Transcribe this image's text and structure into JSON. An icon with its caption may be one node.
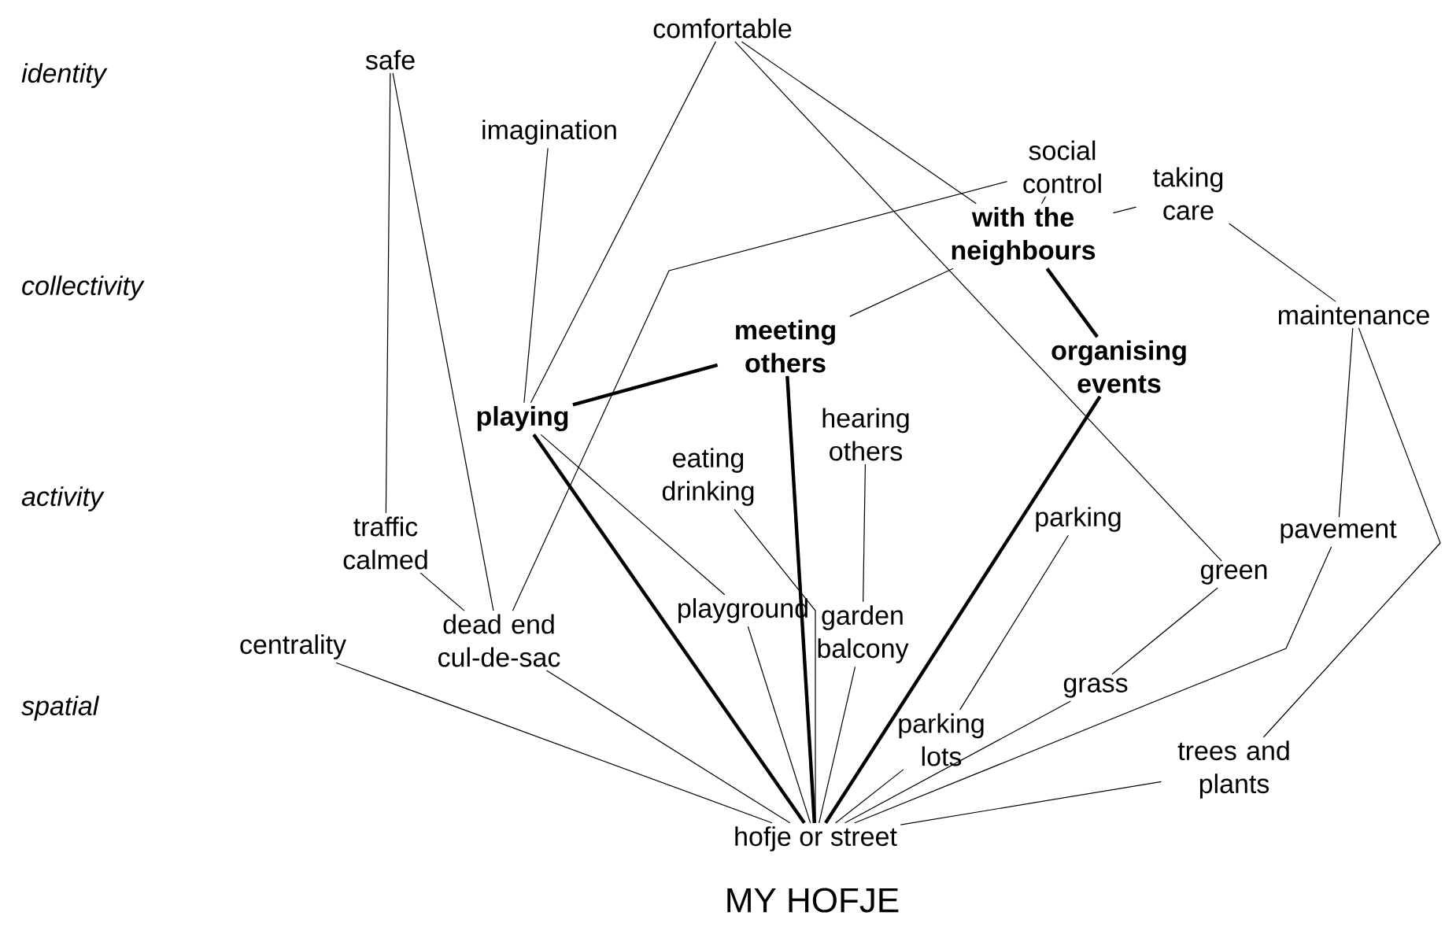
{
  "diagram": {
    "title": "MY HOFJE",
    "nodes": [
      {
        "text": [
          "safe"
        ]
      },
      {
        "text": [
          "comfortable"
        ]
      },
      {
        "text": [
          "imagination"
        ]
      },
      {
        "text": [
          "social control"
        ]
      },
      {
        "text": [
          "taking care"
        ]
      },
      {
        "text": [
          "with the neighbours"
        ]
      },
      {
        "text": [
          "meeting others"
        ]
      },
      {
        "text": [
          "organising events"
        ]
      },
      {
        "text": [
          "maintenance"
        ]
      },
      {
        "text": [
          "playing"
        ]
      },
      {
        "text": [
          "hearing others"
        ]
      },
      {
        "text": [
          "eating drinking"
        ]
      },
      {
        "text": [
          "traffic calmed"
        ]
      },
      {
        "text": [
          "parking"
        ]
      },
      {
        "text": [
          "pavement"
        ]
      },
      {
        "text": [
          "green"
        ]
      },
      {
        "text": [
          "playground"
        ]
      },
      {
        "text": [
          "dead end cul-de-sac"
        ]
      },
      {
        "text": [
          "garden balcony"
        ]
      },
      {
        "text": [
          "centrality"
        ]
      },
      {
        "text": [
          "grass"
        ]
      },
      {
        "text": [
          "parking lots"
        ]
      },
      {
        "text": [
          "trees and plants"
        ]
      },
      {
        "text": [
          "hofje or street"
        ]
      }
    ],
    "edges": [
      {
        "from": 0,
        "to": 12,
        "arrow": "none"
      },
      {
        "from": 0,
        "to": 17,
        "arrow": "none"
      },
      {
        "from": 2,
        "to": 9,
        "arrow": "none"
      },
      {
        "from": 1,
        "to": 9,
        "arrow": "none"
      },
      {
        "from": 1,
        "to": 5,
        "arrow": "none"
      },
      {
        "from": 1,
        "to": 15,
        "arrow": "none"
      },
      {
        "from": 3,
        "to": 5,
        "arrow": "none"
      },
      {
        "from": 3,
        "to": 17,
        "arrow": "none"
      },
      {
        "from": 4,
        "to": 5,
        "arrow": "none"
      },
      {
        "from": 4,
        "to": 8,
        "arrow": "none"
      },
      {
        "from": 5,
        "to": 6,
        "arrow": "none"
      },
      {
        "from": 5,
        "to": 7,
        "arrow": "none",
        "style": "thick"
      },
      {
        "from": 6,
        "to": 9,
        "arrow": "none",
        "style": "thick"
      },
      {
        "from": 6,
        "to": 23,
        "arrow": "none",
        "style": "thick"
      },
      {
        "from": 7,
        "to": 23,
        "arrow": "none",
        "style": "thick"
      },
      {
        "from": 9,
        "to": 16,
        "arrow": "none"
      },
      {
        "from": 9,
        "to": 23,
        "arrow": "none",
        "style": "thick"
      },
      {
        "from": 11,
        "to": 23,
        "arrow": "none"
      },
      {
        "from": 10,
        "to": 18,
        "arrow": "none"
      },
      {
        "from": 16,
        "to": 23,
        "arrow": "none"
      },
      {
        "from": 18,
        "to": 23,
        "arrow": "none"
      },
      {
        "from": 12,
        "to": 17,
        "arrow": "none"
      },
      {
        "from": 17,
        "to": 23,
        "arrow": "none"
      },
      {
        "from": 19,
        "to": 23,
        "arrow": "none"
      },
      {
        "from": 13,
        "to": 21,
        "arrow": "none"
      },
      {
        "from": 15,
        "to": 20,
        "arrow": "none"
      },
      {
        "from": 20,
        "to": 23,
        "arrow": "none"
      },
      {
        "from": 14,
        "to": 23,
        "arrow": "none"
      },
      {
        "from": 8,
        "to": 14,
        "arrow": "none"
      },
      {
        "from": 8,
        "to": 22,
        "arrow": "none"
      },
      {
        "from": 22,
        "to": 23,
        "arrow": "none"
      },
      {
        "from": 21,
        "to": 23,
        "arrow": "none"
      }
    ],
    "labels": [
      "identity",
      "collectivity",
      "activity",
      "spatial"
    ]
  }
}
